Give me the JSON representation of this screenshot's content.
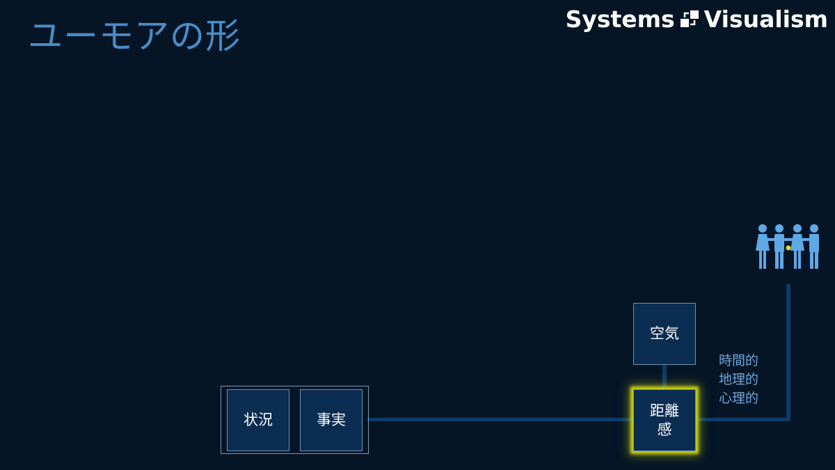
{
  "header": {
    "title": "ユーモアの形",
    "logo_left": "Systems",
    "logo_right": "Visualism"
  },
  "diagram": {
    "group_boxes": [
      "状況",
      "事実"
    ],
    "top_box": "空気",
    "focus_box": "距離\n感",
    "distance_types": [
      "時間的",
      "地理的",
      "心理的"
    ],
    "people_icon": "group-of-people-icon"
  },
  "colors": {
    "background": "#061526",
    "title": "#4a8cc6",
    "box_fill": "#0b2d52",
    "connector": "#0d3c68",
    "highlight": "#c7cf16"
  }
}
